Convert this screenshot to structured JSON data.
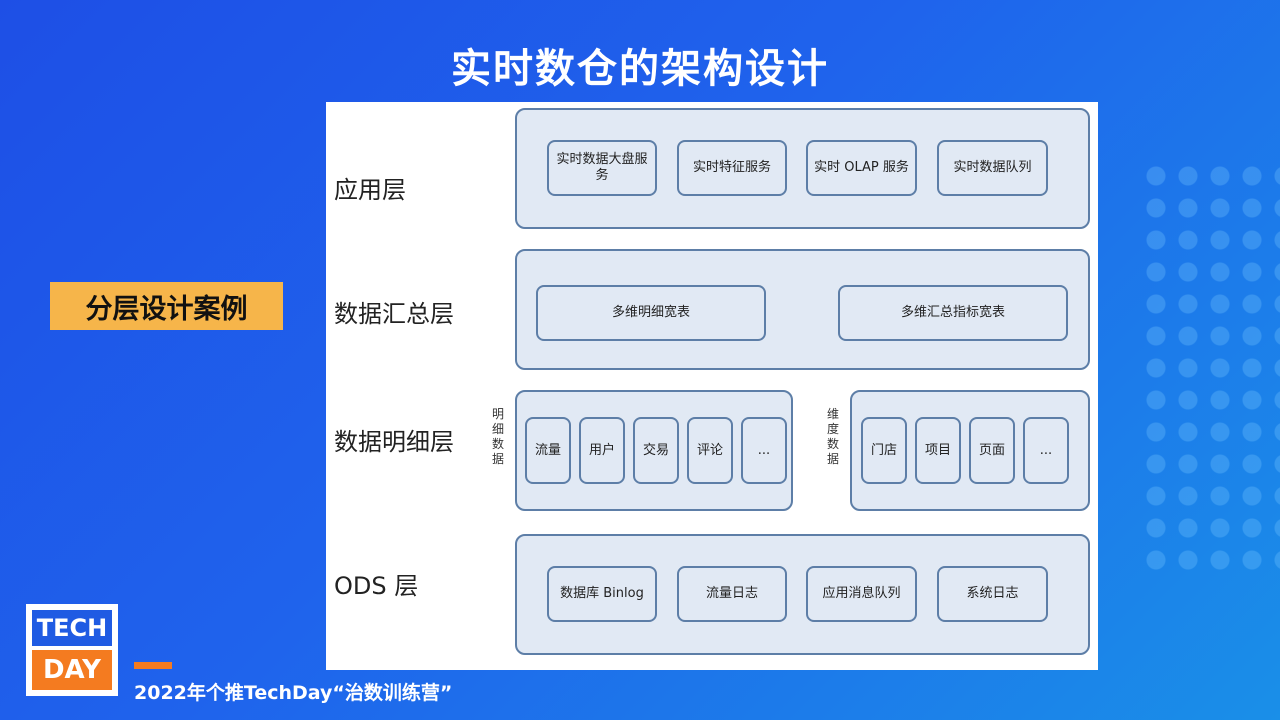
{
  "slide": {
    "title": "实时数仓的架构设计",
    "case_label": "分层设计案例",
    "footer": "2022年个推TechDay“治数训练营”",
    "logo_top": "TECH",
    "logo_bottom": "DAY"
  },
  "diagram": {
    "layers": {
      "app": {
        "name": "应用层",
        "items": [
          "实时数据大盘服务",
          "实时特征服务",
          "实时 OLAP 服务",
          "实时数据队列"
        ]
      },
      "summary": {
        "name": "数据汇总层",
        "items": [
          "多维明细宽表",
          "多维汇总指标宽表"
        ]
      },
      "detail": {
        "name": "数据明细层",
        "left_label": "明细数据",
        "left_items": [
          "流量",
          "用户",
          "交易",
          "评论",
          "..."
        ],
        "right_label": "维度数据",
        "right_items": [
          "门店",
          "项目",
          "页面",
          "..."
        ]
      },
      "ods": {
        "name": "ODS 层",
        "items": [
          "数据库 Binlog",
          "流量日志",
          "应用消息队列",
          "系统日志"
        ]
      }
    }
  },
  "colors": {
    "box_fill": "#e1e9f4",
    "box_border": "#5d7ea7",
    "highlight": "#f6b54a",
    "accent": "#f47b20"
  }
}
